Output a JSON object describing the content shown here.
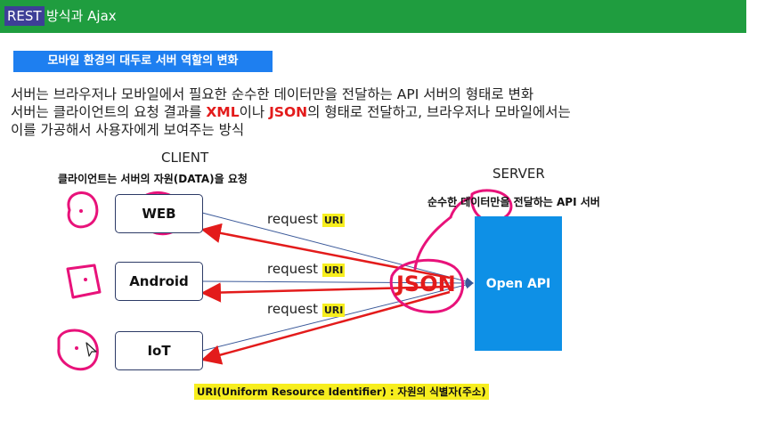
{
  "header": {
    "logo": "REST",
    "title": "방식과 Ajax"
  },
  "section_label": "모바일 환경의 대두로 서버 역할의 변화",
  "description": {
    "line1": "서버는 브라우저나 모바일에서 필요한 순수한 데이터만을 전달하는 API 서버의 형태로 변화",
    "line2_pre": "서버는 클라이언트의 요청 결과를 ",
    "line2_xml": "XML",
    "line2_mid": "이나 ",
    "line2_json": "JSON",
    "line2_post": "의 형태로 전달하고, 브라우저나 모바일에서는",
    "line3": "이를 가공해서 사용자에게 보여주는 방식"
  },
  "diagram": {
    "client_title": "CLIENT",
    "client_caption": "클라이언트는 서버의 자원(DATA)을 요청",
    "server_title": "SERVER",
    "server_caption": "순수한 데이터만을 전달하는 API 서버",
    "clients": [
      "WEB",
      "Android",
      "IoT"
    ],
    "request_text": "request",
    "uri_tag": "URI",
    "json_label": "JSON",
    "server_box": "Open API",
    "uri_note": "URI(Uniform Resource Identifier) : 자원의 식별자(주소)"
  },
  "colors": {
    "header_bg": "#1f9d3f",
    "section_bg": "#1e7ff0",
    "server_bg": "#0e90e6",
    "highlight": "#f7ee1e",
    "annotation": "#e8127a"
  }
}
